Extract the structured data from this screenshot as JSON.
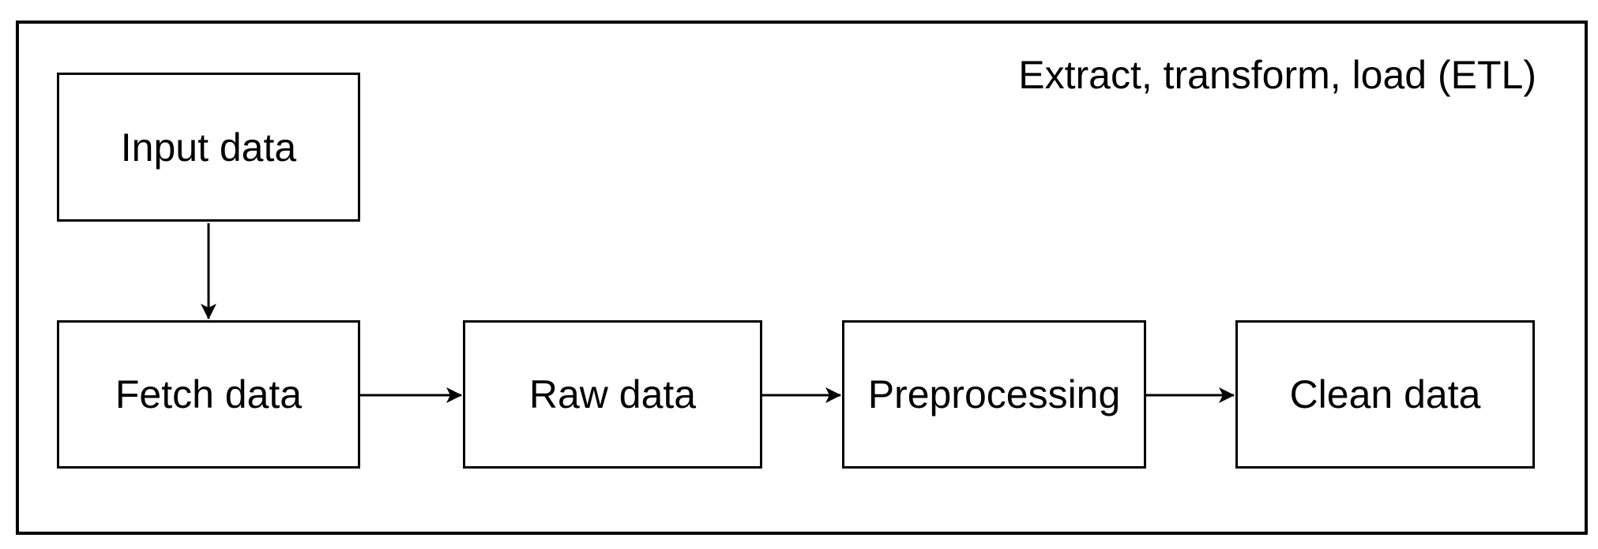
{
  "diagram": {
    "title": "Extract, transform, load (ETL)",
    "type": "flowchart",
    "nodes": [
      {
        "id": "input-data",
        "label": "Input data"
      },
      {
        "id": "fetch-data",
        "label": "Fetch data"
      },
      {
        "id": "raw-data",
        "label": "Raw data"
      },
      {
        "id": "preprocessing",
        "label": "Preprocessing"
      },
      {
        "id": "clean-data",
        "label": "Clean data"
      }
    ],
    "edges": [
      {
        "from": "input-data",
        "to": "fetch-data",
        "direction": "down"
      },
      {
        "from": "fetch-data",
        "to": "raw-data",
        "direction": "right"
      },
      {
        "from": "raw-data",
        "to": "preprocessing",
        "direction": "right"
      },
      {
        "from": "preprocessing",
        "to": "clean-data",
        "direction": "right"
      }
    ],
    "colors": {
      "stroke": "#000000",
      "text": "#000000",
      "background": "#ffffff"
    }
  }
}
